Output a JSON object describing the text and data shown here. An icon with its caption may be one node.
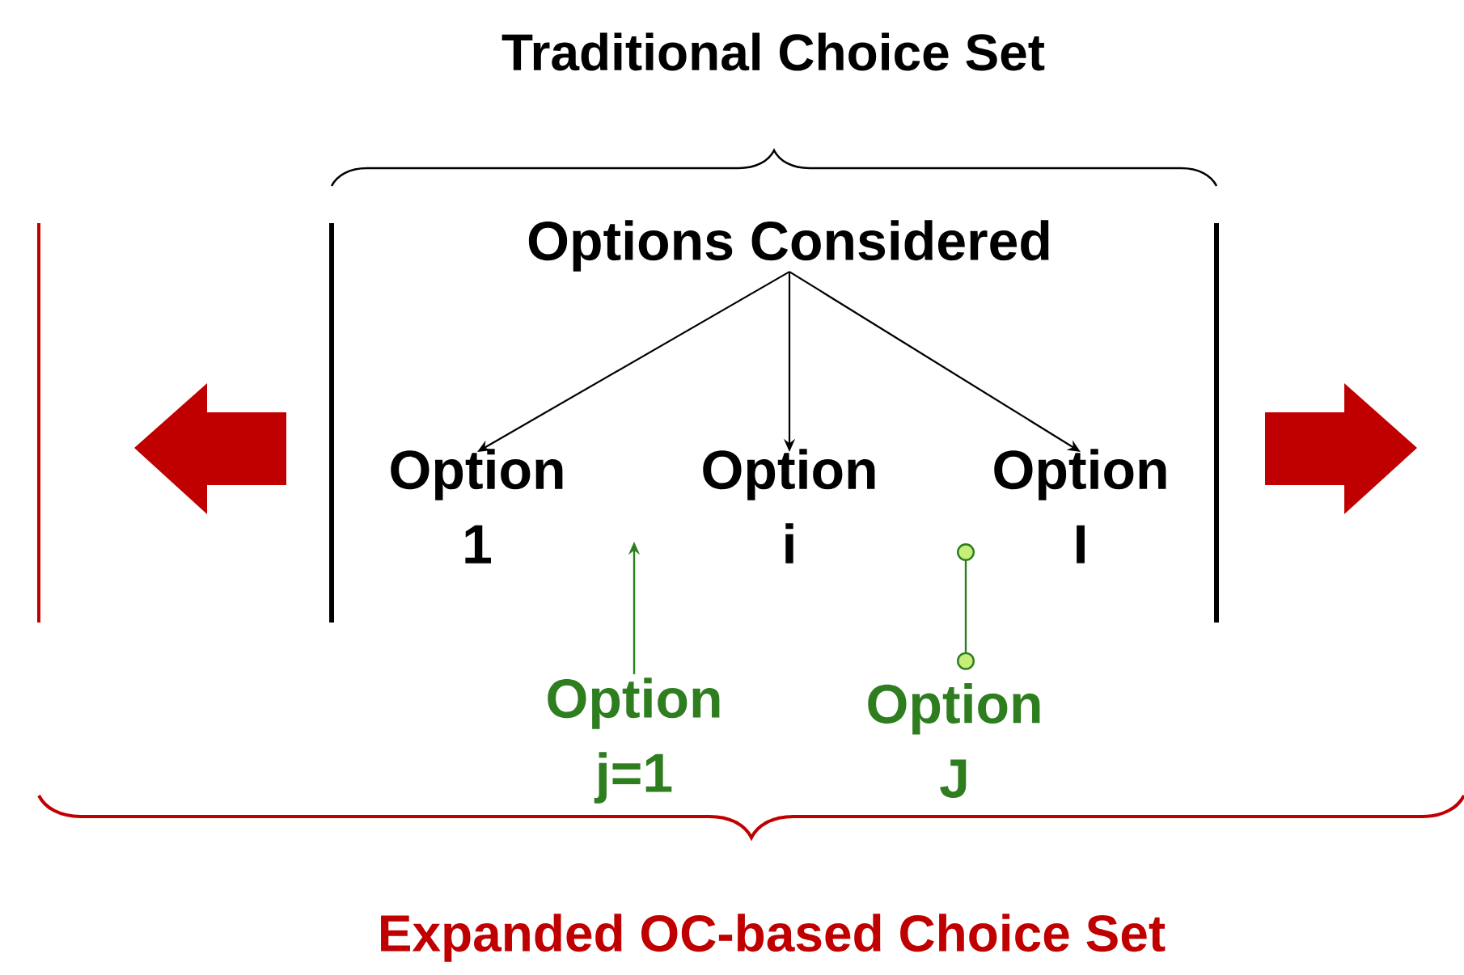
{
  "diagram": {
    "nodes": [
      {
        "text": [
          "Options Considered"
        ]
      },
      {
        "text": [
          "Option 1"
        ]
      },
      {
        "text": [
          "Option i"
        ]
      },
      {
        "text": [
          "Option I"
        ]
      },
      {
        "text": [
          "Option j=1"
        ]
      },
      {
        "text": [
          "Option J"
        ]
      }
    ],
    "edges": [
      {
        "from": 0,
        "to": 1,
        "arrow": "to"
      },
      {
        "from": 0,
        "to": 2,
        "arrow": "to"
      },
      {
        "from": 0,
        "to": 3,
        "arrow": "to"
      },
      {
        "from": 4,
        "to": null,
        "arrow": "to",
        "color": "#2e7d1e"
      },
      {
        "from": 5,
        "to": 3,
        "arrow": "other",
        "color": "#2e7d1e"
      }
    ],
    "labels": [
      "Traditional Choice Set",
      "Expanded OC-based Choice Set"
    ]
  }
}
